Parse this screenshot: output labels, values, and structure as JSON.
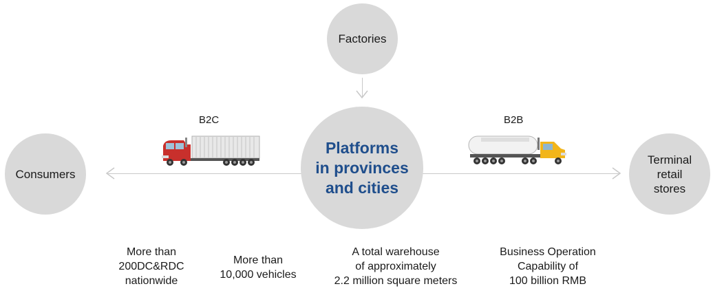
{
  "nodes": {
    "top": "Factories",
    "center_line1": "Platforms",
    "center_line2": "in provinces",
    "center_line3": "and cities",
    "left": "Consumers",
    "right_line1": "Terminal",
    "right_line2": "retail",
    "right_line3": "stores"
  },
  "channels": {
    "left": "B2C",
    "right": "B2B"
  },
  "stats": [
    {
      "line1": "More than",
      "line2": "200DC&RDC",
      "line3": "nationwide"
    },
    {
      "line1": "More than",
      "line2": "10,000 vehicles"
    },
    {
      "line1": "A total warehouse",
      "line2": "of approximately",
      "line3": "2.2 million square meters"
    },
    {
      "line1": "Business Operation",
      "line2": "Capability of",
      "line3": "100 billion RMB"
    }
  ],
  "icons": {
    "left_vehicle": "red-container-truck-icon",
    "right_vehicle": "yellow-tanker-truck-icon"
  },
  "colors": {
    "circle": "#d9d9d9",
    "center_text": "#1f4e8c",
    "connector": "#c8c8c8"
  }
}
